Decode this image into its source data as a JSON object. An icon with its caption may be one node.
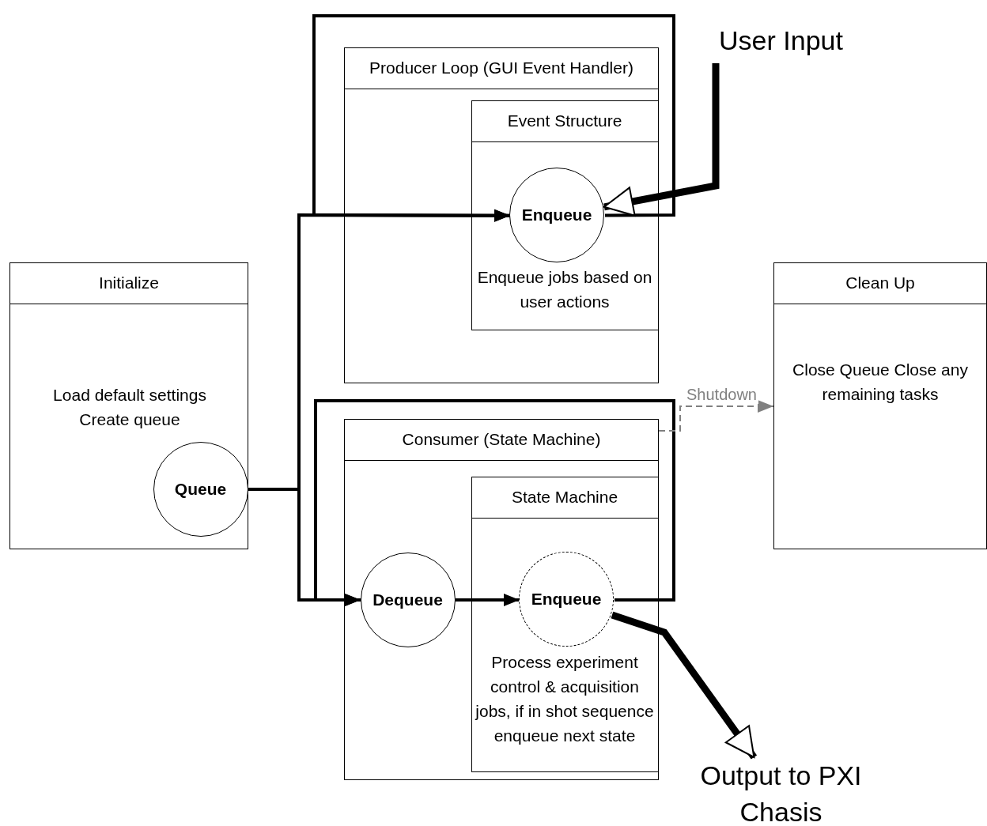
{
  "diagram": {
    "nodes": [
      {
        "text": [
          "Producer Loop (GUI Event Handler)"
        ]
      },
      {
        "text": [
          "Event Structure",
          "Enqueue jobs based on user actions"
        ],
        "in": 0
      },
      {
        "text": [
          "Enqueue"
        ],
        "in": 1
      },
      {
        "text": [
          "User Input"
        ]
      },
      {
        "text": [
          "Initialize",
          "Load default settings Create queue"
        ]
      },
      {
        "text": [
          "Queue"
        ],
        "in": 4
      },
      {
        "text": [
          "Clean Up",
          "Close Queue Close any remaining tasks"
        ]
      },
      {
        "text": [
          "Consumer (State Machine)"
        ]
      },
      {
        "text": [
          "State Machine",
          "Process experiment control & acquisition jobs, if in shot sequence enqueue next state"
        ],
        "in": 7
      },
      {
        "text": [
          "Dequeue"
        ],
        "in": 7
      },
      {
        "text": [
          "Enqueue"
        ],
        "in": 8
      },
      {
        "text": [
          "Output to PXI Chasis"
        ]
      }
    ],
    "edges": [
      {
        "from": 5,
        "to": 2,
        "arrow": "to"
      },
      {
        "from": 5,
        "to": 9,
        "arrow": "to"
      },
      {
        "from": 2,
        "to": 2,
        "arrow": "to"
      },
      {
        "from": 3,
        "to": 2,
        "arrow": "to",
        "style": "thick"
      },
      {
        "from": 9,
        "to": 10,
        "arrow": "to"
      },
      {
        "from": 10,
        "to": 9,
        "arrow": "to"
      },
      {
        "from": 7,
        "to": 6,
        "arrow": "to",
        "label": "Shutdown",
        "style": "dashed",
        "color": "#808080"
      },
      {
        "from": 10,
        "to": 11,
        "arrow": "to",
        "style": "thick"
      }
    ]
  }
}
